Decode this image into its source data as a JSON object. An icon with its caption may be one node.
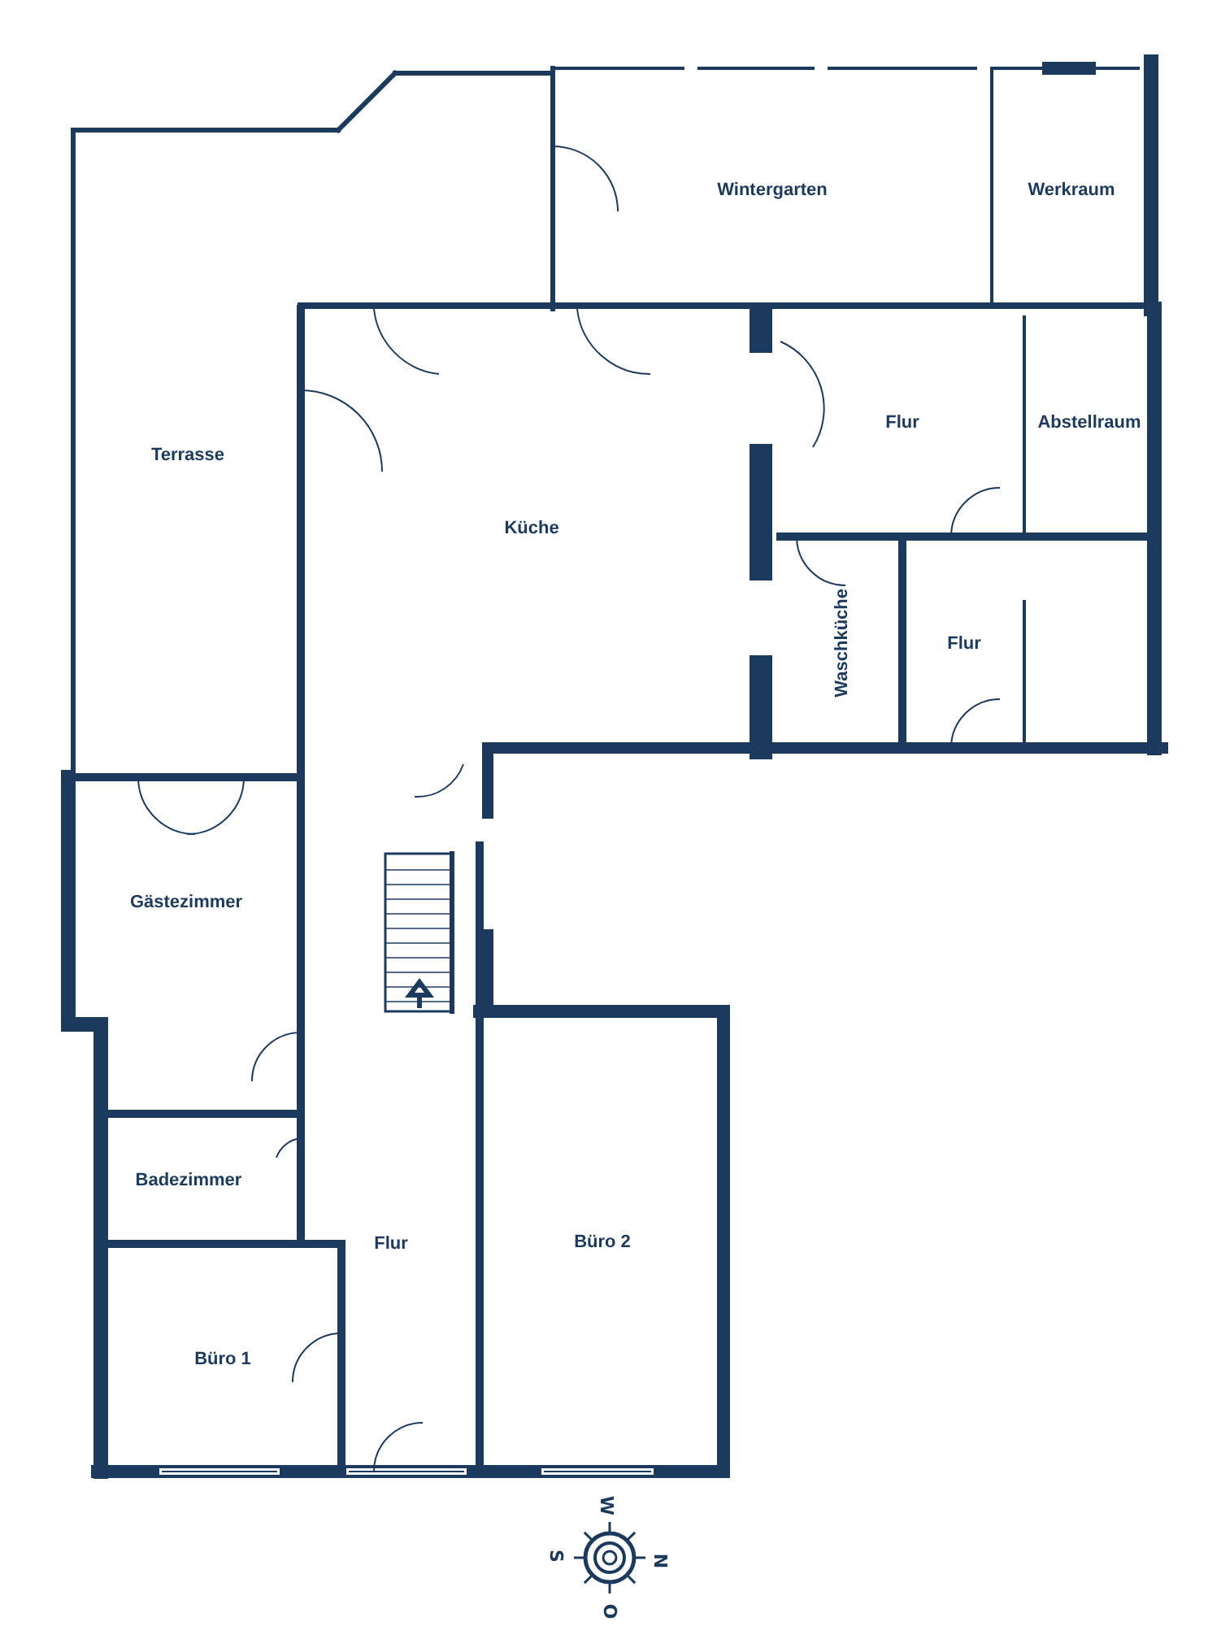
{
  "diagram": {
    "nodes": [
      {
        "text": [
          "Wintergarten"
        ]
      },
      {
        "text": [
          "Werkraum"
        ]
      },
      {
        "text": [
          "Terrasse"
        ]
      },
      {
        "text": [
          "Flur"
        ]
      },
      {
        "text": [
          "Abstellraum"
        ]
      },
      {
        "text": [
          "Küche"
        ]
      },
      {
        "text": [
          "Waschküche"
        ]
      },
      {
        "text": [
          "Flur"
        ]
      },
      {
        "text": [
          "Gästezimmer"
        ]
      },
      {
        "text": [
          "Badezimmer"
        ]
      },
      {
        "text": [
          "Flur"
        ]
      },
      {
        "text": [
          "Büro 2"
        ]
      },
      {
        "text": [
          "Büro 1"
        ]
      }
    ],
    "labels": [
      "W",
      "S",
      "N",
      "O"
    ]
  }
}
